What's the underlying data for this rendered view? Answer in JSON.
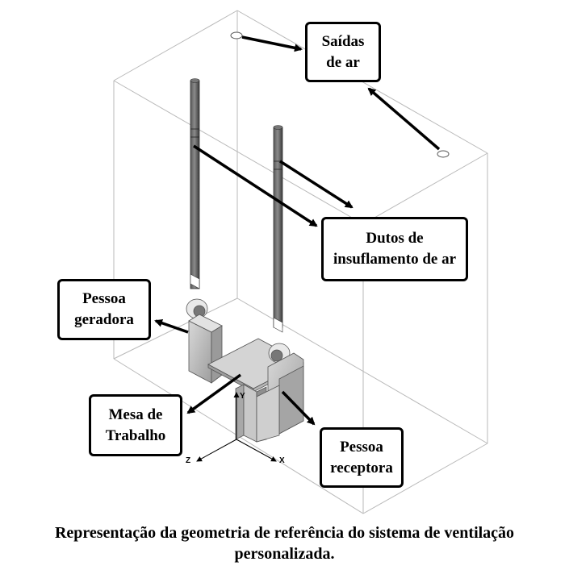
{
  "labels": {
    "air_outlets": "Saídas\nde ar",
    "supply_ducts": "Dutos de\ninsuflamento de ar",
    "generating_person": "Pessoa\ngeradora",
    "work_table": "Mesa de\nTrabalho",
    "receiving_person": "Pessoa\nreceptora"
  },
  "axes": {
    "y": "Y",
    "z": "Z",
    "x": "X"
  },
  "caption": {
    "line1": "Representação da geometria de referência do sistema de ventilação",
    "line2": "personalizada."
  }
}
